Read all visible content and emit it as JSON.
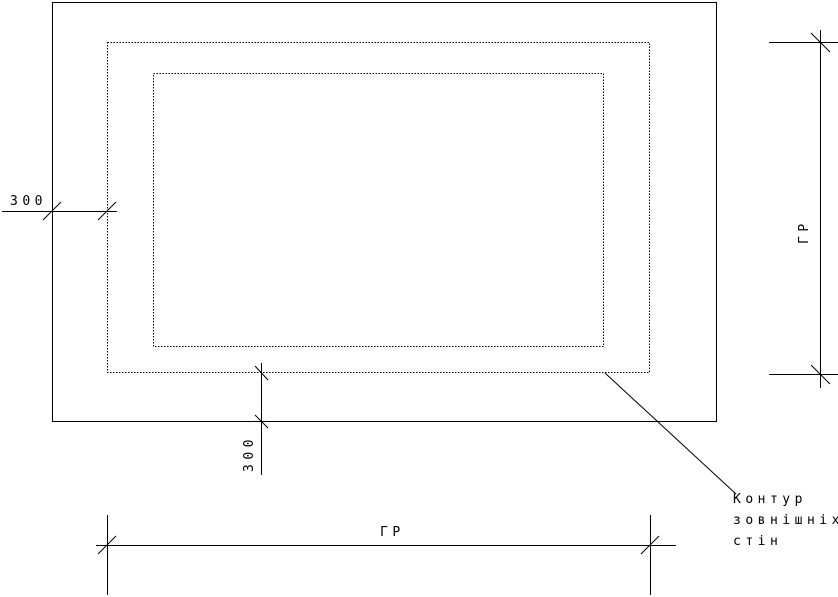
{
  "colors": {
    "line": "#000000",
    "background": "#ffffff"
  },
  "labels": {
    "dim_left": "300",
    "dim_bottom_short": "300",
    "dim_right": "ГР",
    "dim_bottom_long": "ГР",
    "callout_line1": "Контур",
    "callout_line2": "зовнішніх",
    "callout_line3": "стін"
  }
}
